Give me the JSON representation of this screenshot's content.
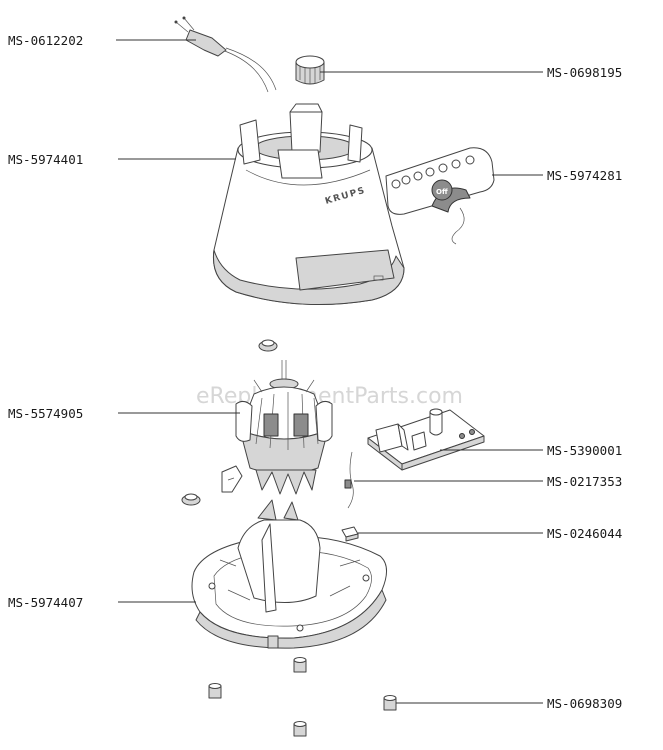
{
  "watermark": "eReplacementParts.com",
  "brand_mark": "KRUPS",
  "button_mark": "Off",
  "labels": {
    "power_cord": "MS-0612202",
    "knob": "MS-0698195",
    "housing": "MS-5974401",
    "control_panel": "MS-5974281",
    "motor": "MS-5574905",
    "pcb": "MS-5390001",
    "wire": "MS-0217353",
    "clip": "MS-0246044",
    "base": "MS-5974407",
    "foot": "MS-0698309"
  }
}
